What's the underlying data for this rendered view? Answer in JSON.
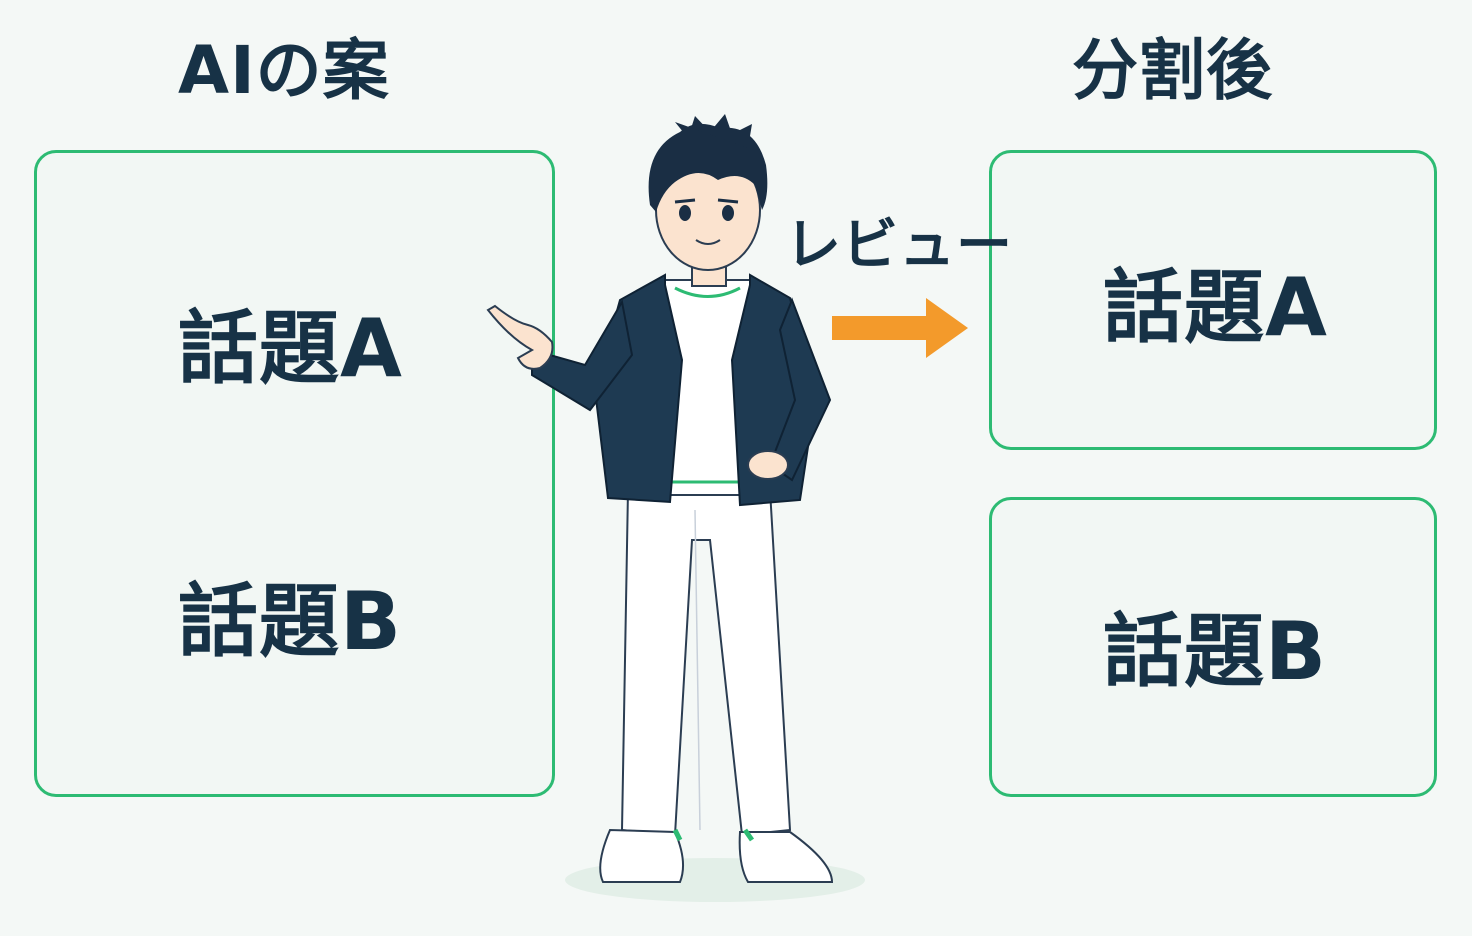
{
  "headings": {
    "before": "AIの案",
    "after": "分割後"
  },
  "before_box": {
    "topic_a": "話題A",
    "topic_b": "話題B"
  },
  "after_boxes": {
    "topic_a": "話題A",
    "topic_b": "話題B"
  },
  "review_label": "レビュー",
  "colors": {
    "box_border": "#2dbb73",
    "text": "#173246",
    "arrow": "#f39a2b",
    "jacket": "#1e3a52",
    "background": "#f4f8f6"
  },
  "icons": {
    "arrow": "arrow-right-icon",
    "person": "reviewer-illustration"
  }
}
